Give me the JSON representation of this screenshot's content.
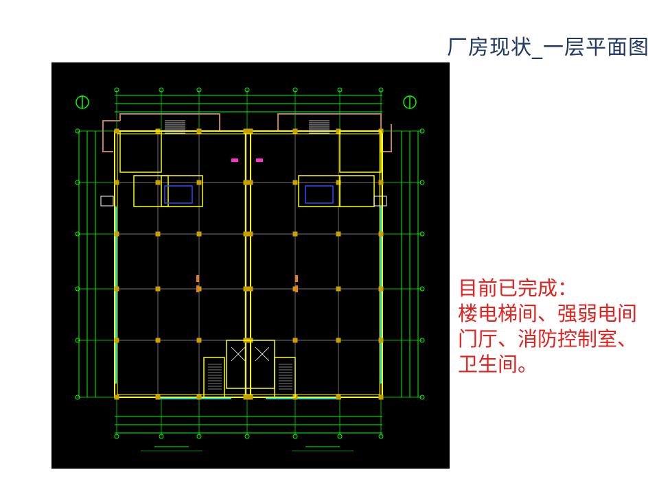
{
  "slide": {
    "title": "厂房现状_一层平面图",
    "notes": [
      "目前已完成：",
      "楼电梯间、强弱电间",
      "门厅、消防控制室、",
      "卫生间。"
    ]
  },
  "drawing": {
    "background": "#000000",
    "colors": {
      "axis": "#00ff00",
      "wall": "#ffff00",
      "column": "#c8a000",
      "grid": "#a0a0a0",
      "canopy": "#c08050",
      "glass": "#00e5ff",
      "stair": "#ffffff"
    }
  }
}
